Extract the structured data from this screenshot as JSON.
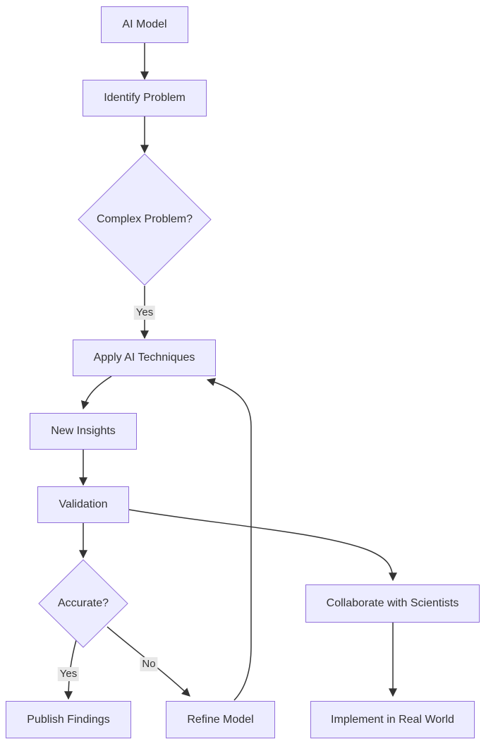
{
  "diagram": {
    "type": "flowchart",
    "colors": {
      "node_fill": "#ECECFF",
      "node_border": "#9370DB",
      "text": "#333333",
      "edge": "#333333",
      "edge_label_bg": "#e8e8e8",
      "background": "#ffffff"
    },
    "nodes": {
      "ai_model": {
        "label": "AI Model",
        "shape": "rect"
      },
      "identify_problem": {
        "label": "Identify Problem",
        "shape": "rect"
      },
      "complex_problem": {
        "label": "Complex Problem?",
        "shape": "diamond"
      },
      "apply_ai": {
        "label": "Apply AI Techniques",
        "shape": "rect"
      },
      "new_insights": {
        "label": "New Insights",
        "shape": "rect"
      },
      "validation": {
        "label": "Validation",
        "shape": "rect"
      },
      "accurate": {
        "label": "Accurate?",
        "shape": "diamond"
      },
      "publish_findings": {
        "label": "Publish Findings",
        "shape": "rect"
      },
      "refine_model": {
        "label": "Refine Model",
        "shape": "rect"
      },
      "collaborate": {
        "label": "Collaborate with Scientists",
        "shape": "rect"
      },
      "implement": {
        "label": "Implement in Real World",
        "shape": "rect"
      }
    },
    "edge_labels": {
      "complex_yes": "Yes",
      "accurate_yes": "Yes",
      "accurate_no": "No"
    },
    "edges": [
      {
        "from": "ai_model",
        "to": "identify_problem",
        "label": ""
      },
      {
        "from": "identify_problem",
        "to": "complex_problem",
        "label": ""
      },
      {
        "from": "complex_problem",
        "to": "apply_ai",
        "label": "Yes"
      },
      {
        "from": "apply_ai",
        "to": "new_insights",
        "label": ""
      },
      {
        "from": "new_insights",
        "to": "validation",
        "label": ""
      },
      {
        "from": "validation",
        "to": "accurate",
        "label": ""
      },
      {
        "from": "accurate",
        "to": "publish_findings",
        "label": "Yes"
      },
      {
        "from": "accurate",
        "to": "refine_model",
        "label": "No"
      },
      {
        "from": "refine_model",
        "to": "apply_ai",
        "label": ""
      },
      {
        "from": "validation",
        "to": "collaborate",
        "label": ""
      },
      {
        "from": "collaborate",
        "to": "implement",
        "label": ""
      }
    ]
  }
}
